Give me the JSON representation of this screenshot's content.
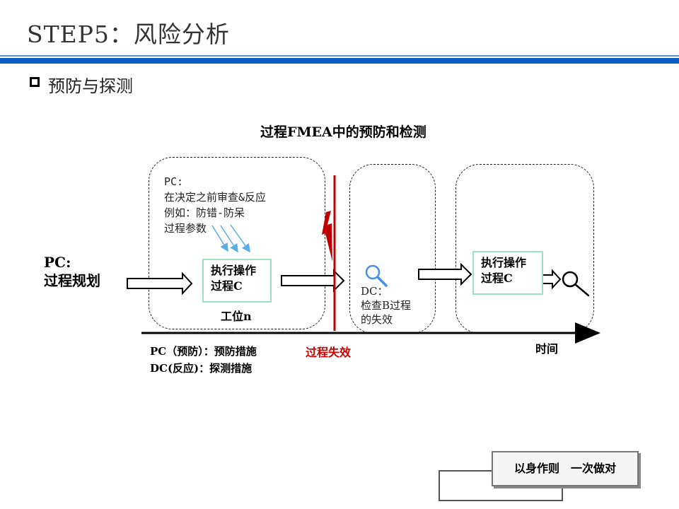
{
  "header": {
    "title": "STEP5：风险分析"
  },
  "section": {
    "heading": "预防与探测"
  },
  "diagram": {
    "title": "过程FMEA中的预防和检测",
    "pc_plan": {
      "line1": "PC:",
      "line2": "过程规划"
    },
    "station": {
      "pc_note": {
        "line1": "PC:",
        "line2": "在决定之前审查&反应",
        "line3": "例如：防错-防呆",
        "line4": "过程参数"
      },
      "operation": {
        "line1": "执行操作",
        "line2": "过程C"
      },
      "label": "工位n"
    },
    "detect": {
      "line1": "DC：",
      "line2": "检查B过程",
      "line3": "的失效"
    },
    "next_station": {
      "operation": {
        "line1": "执行操作",
        "line2": "过程C"
      }
    },
    "timeline_label": "时间",
    "failure_label": "过程失效",
    "legend": {
      "pc": "PC（预防）：预防措施",
      "dc": "DC(反应)：探测措施"
    },
    "colors": {
      "failure": "#d40000",
      "accent": "#0b5cc4",
      "magnifier_blue": "#4a8fe0",
      "op_border": "#9fe0c1"
    },
    "icons": [
      "magnifier-icon",
      "lightning-icon"
    ]
  },
  "footer": {
    "motto": "以身作则　一次做对"
  }
}
